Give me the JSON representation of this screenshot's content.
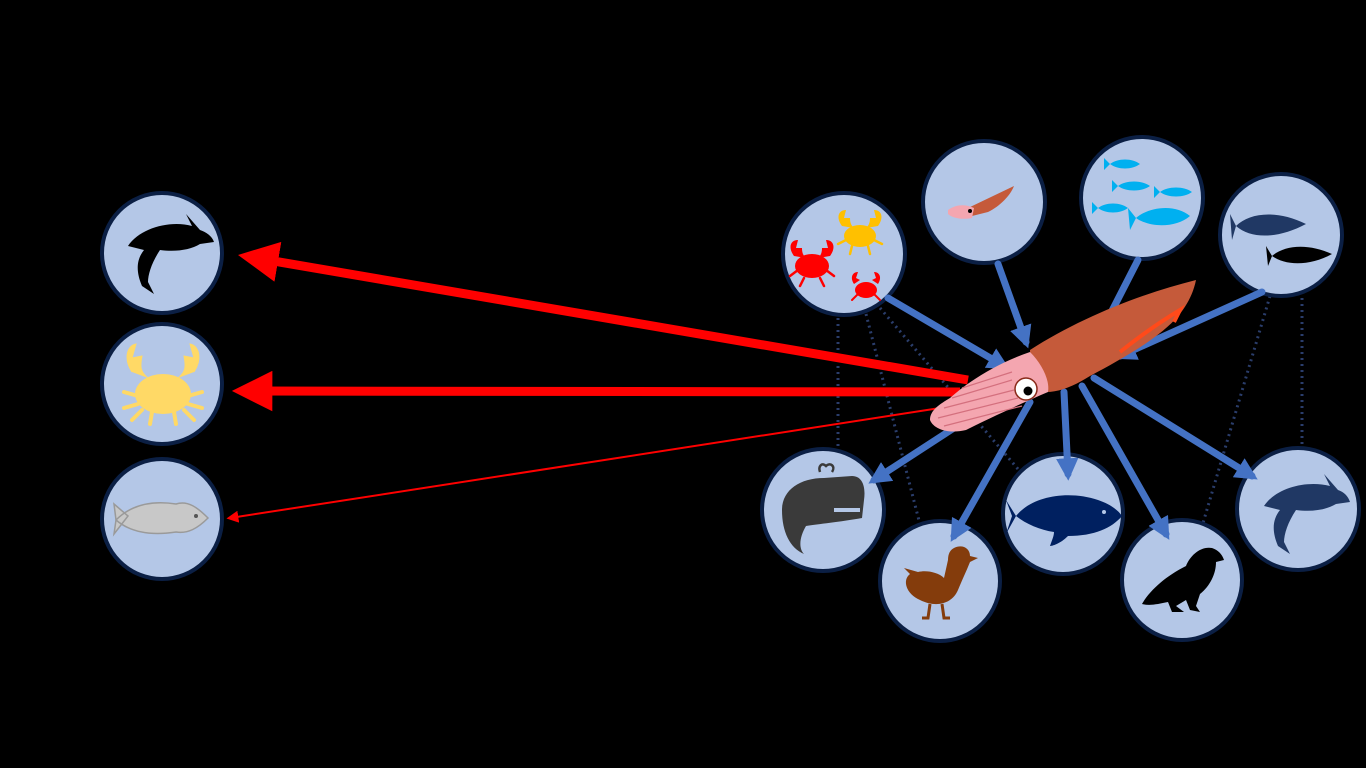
{
  "colors": {
    "background": "#000000",
    "node_fill": "#b4c7e7",
    "node_stroke": "#0b1f44",
    "threat_arrow": "#ff0000",
    "prey_arrow": "#4472c4",
    "indirect_arrow": "#1f2f55",
    "squid_mantle": "#c55a3a",
    "squid_head": "#f4a6b0"
  },
  "center_node": {
    "icon": "squid-icon"
  },
  "threat_nodes": [
    {
      "id": "shark",
      "icon": "shark-icon",
      "strength": "strong"
    },
    {
      "id": "crab",
      "icon": "crab-icon",
      "strength": "strong"
    },
    {
      "id": "fish",
      "icon": "fish-icon",
      "strength": "weak"
    }
  ],
  "prey_nodes": [
    {
      "id": "crabs",
      "icon": "crabs-icon"
    },
    {
      "id": "small-squid",
      "icon": "small-squid-icon"
    },
    {
      "id": "fish-school",
      "icon": "fish-school-icon"
    },
    {
      "id": "fish-pair",
      "icon": "fish-pair-icon"
    }
  ],
  "predator_nodes": [
    {
      "id": "whale",
      "icon": "whale-icon"
    },
    {
      "id": "duck",
      "icon": "duck-icon"
    },
    {
      "id": "fish",
      "icon": "fish-icon"
    },
    {
      "id": "bird",
      "icon": "bird-icon"
    },
    {
      "id": "shark",
      "icon": "shark-icon"
    }
  ]
}
